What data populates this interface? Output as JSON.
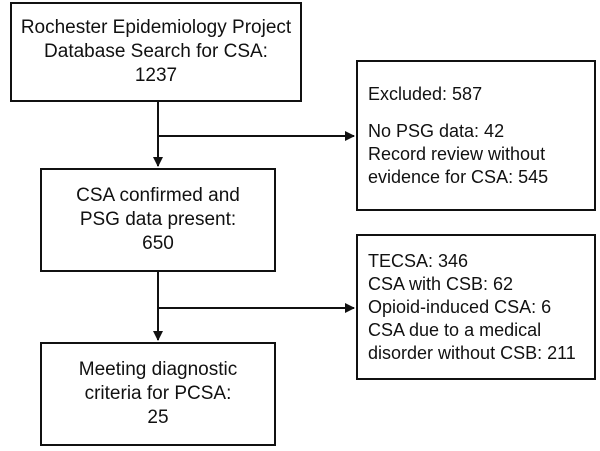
{
  "nodes": {
    "search": {
      "lines": [
        "Rochester Epidemiology Project",
        "Database Search for CSA:",
        "1237"
      ]
    },
    "confirmed": {
      "lines": [
        "CSA confirmed and",
        "PSG data present:",
        "650"
      ]
    },
    "pcsa": {
      "lines": [
        "Meeting diagnostic",
        "criteria for PCSA:",
        "25"
      ]
    },
    "excluded": {
      "lines": [
        "Excluded:  587",
        "No PSG data:  42",
        "Record review without",
        "evidence for CSA:  545"
      ]
    },
    "other": {
      "lines": [
        "TECSA:  346",
        "CSA with CSB:  62",
        "Opioid-induced CSA:  6",
        "CSA due to a medical",
        "disorder without CSB:  211"
      ]
    }
  }
}
